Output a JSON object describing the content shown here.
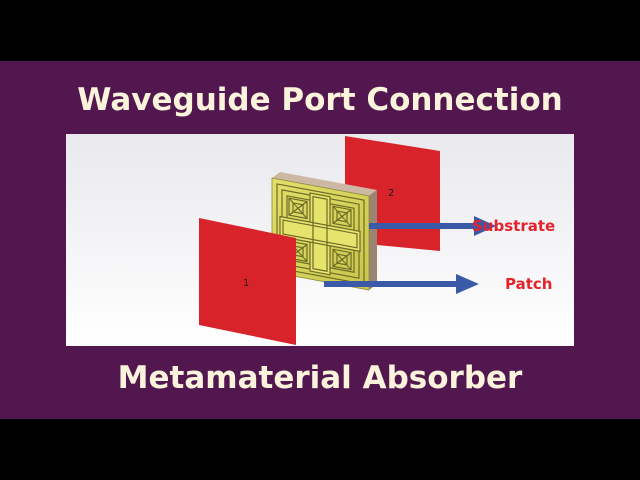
{
  "header": {
    "title": "Waveguide Port Connection"
  },
  "footer": {
    "title": "Metamaterial Absorber"
  },
  "figure": {
    "port_1_label": "1",
    "port_2_label": "2",
    "annotations": {
      "substrate": "Substrate",
      "patch": "Patch"
    },
    "colors": {
      "port": "#d9232a",
      "arrow": "#3a5aa8",
      "annotation_text": "#e3232b",
      "substrate": "#b49a86",
      "patch": "#d9d75a",
      "background": "#52174e",
      "title_text": "#fbf3dc"
    }
  }
}
